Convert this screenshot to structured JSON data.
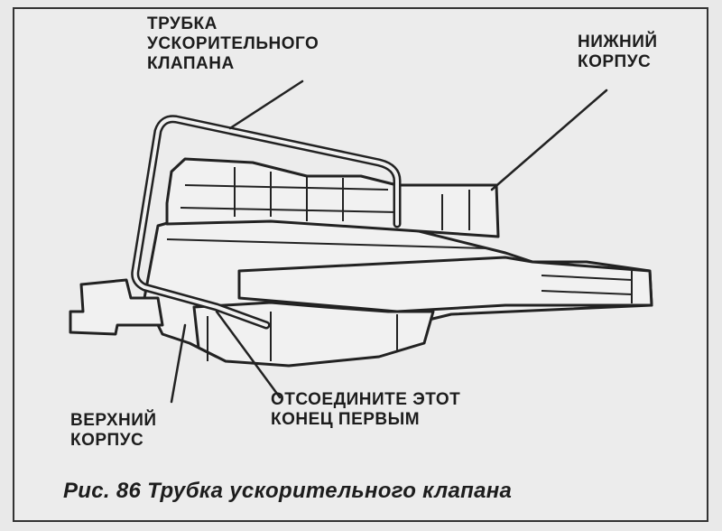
{
  "labels": {
    "accelerator_tube": [
      "ТРУБКА",
      "УСКОРИТЕЛЬНОГО",
      "КЛАПАНА"
    ],
    "lower_housing": [
      "НИЖНИЙ",
      "КОРПУС"
    ],
    "upper_housing": [
      "ВЕРХНИЙ",
      "КОРПУС"
    ],
    "disconnect_end": [
      "ОТСОЕДИНИТЕ ЭТОТ",
      "КОНЕЦ ПЕРВЫМ"
    ]
  },
  "caption": "Рис. 86 Трубка ускорительного клапана"
}
